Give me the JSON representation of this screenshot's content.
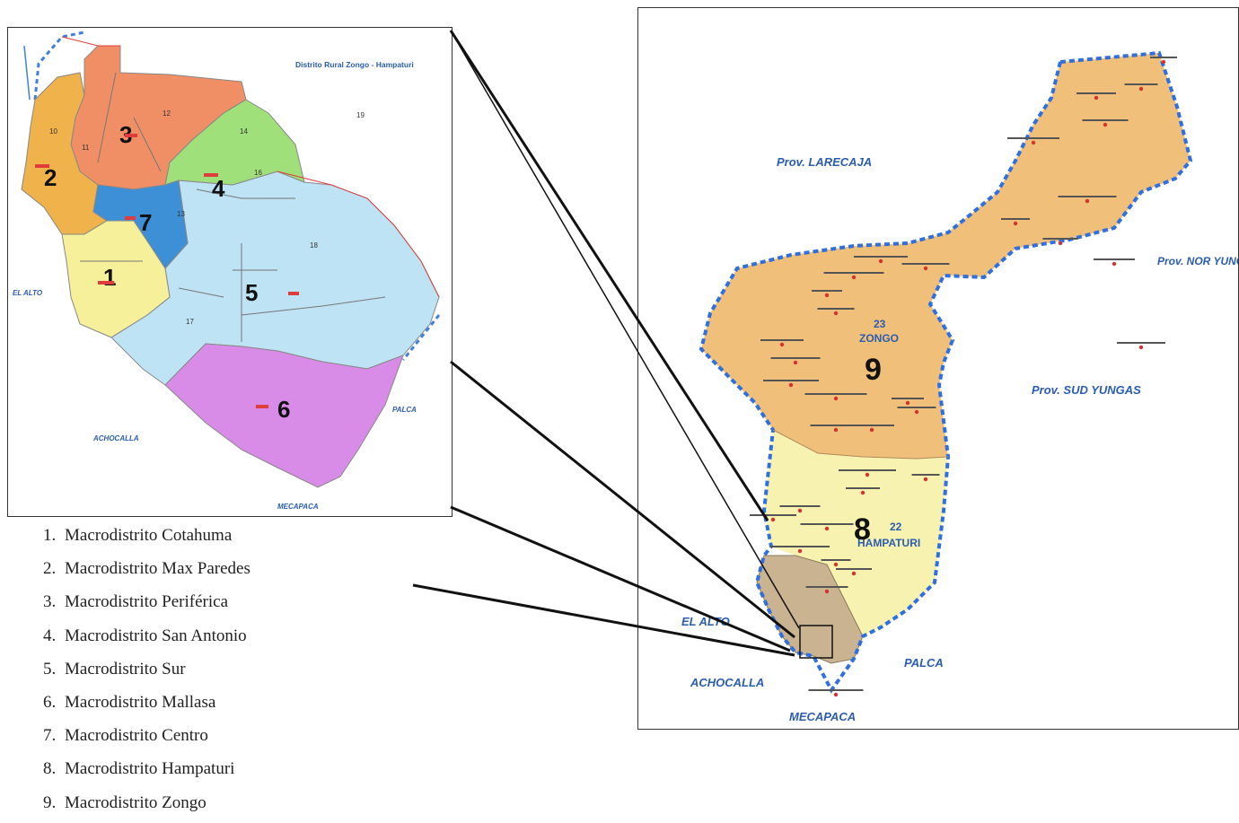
{
  "left_map": {
    "region_top_right": "Distrito Rural Zongo - Hampaturi",
    "zone_labels": {
      "el_alto": "EL ALTO",
      "achocalla": "ACHOCALLA",
      "palca": "PALCA",
      "mecapaca": "MECAPACA"
    },
    "macrodistrict_numbers": [
      "1",
      "2",
      "3",
      "4",
      "5",
      "6",
      "7"
    ],
    "district_numbers": [
      "10",
      "11",
      "12",
      "13",
      "14",
      "16",
      "17",
      "18",
      "19"
    ],
    "colors": {
      "cotahuma": "#f7f09a",
      "max_paredes": "#f0b24a",
      "periferica": "#f08f66",
      "san_antonio": "#9fe07a",
      "sur": "#bde3f4",
      "mallasa": "#d88ce8",
      "centro": "#3d8fd6"
    }
  },
  "right_map": {
    "province_labels": {
      "larecaja": "Prov. LARECAJA",
      "nor_yungas": "Prov. NOR YUNGAS",
      "sud_yungas": "Prov. SUD YUNGAS"
    },
    "zone_labels": {
      "el_alto": "EL ALTO",
      "achocalla": "ACHOCALLA",
      "palca": "PALCA",
      "mecapaca": "MECAPACA"
    },
    "district_labels": {
      "zongo_num": "23",
      "zongo": "ZONGO",
      "hampaturi_num": "22",
      "hampaturi": "HAMPATURI"
    },
    "macrodistrict_numbers": {
      "zongo": "9",
      "hampaturi": "8"
    },
    "colors": {
      "zongo": "#f0c07a",
      "hampaturi": "#f8f2b0",
      "urban": "#c9b391",
      "boundary": "#2f6fe0"
    }
  },
  "legend": [
    {
      "num": "1.",
      "label": "Macrodistrito Cotahuma"
    },
    {
      "num": "2.",
      "label": "Macrodistrito Max Paredes"
    },
    {
      "num": "3.",
      "label": "Macrodistrito Periférica"
    },
    {
      "num": "4.",
      "label": "Macrodistrito San Antonio"
    },
    {
      "num": "5.",
      "label": "Macrodistrito Sur"
    },
    {
      "num": "6.",
      "label": "Macrodistrito Mallasa"
    },
    {
      "num": "7.",
      "label": "Macrodistrito Centro"
    },
    {
      "num": "8.",
      "label": "Macrodistrito Hampaturi"
    },
    {
      "num": "9.",
      "label": "Macrodistrito Zongo"
    }
  ]
}
